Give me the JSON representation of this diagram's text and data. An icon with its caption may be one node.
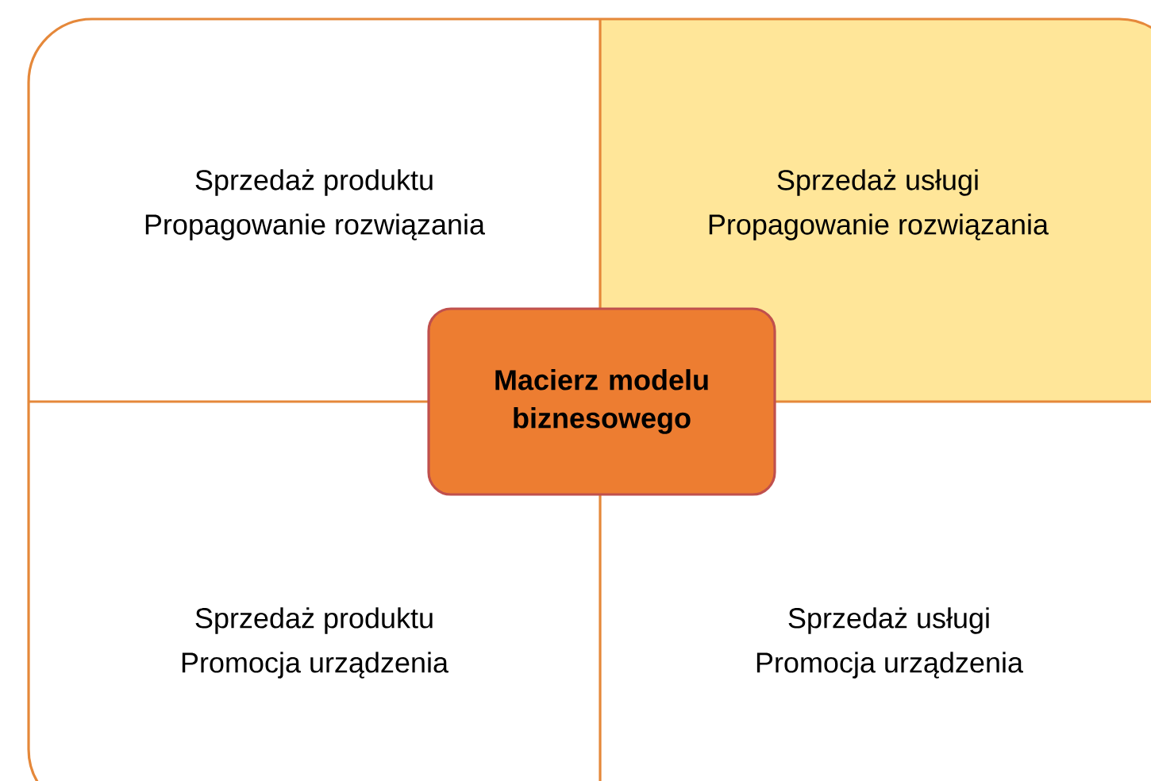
{
  "diagram": {
    "nodes": [
      {
        "text": [
          "Sprzedaż produktu",
          "Propagowanie rozwiązania"
        ]
      },
      {
        "text": [
          "Sprzedaż usługi",
          "Propagowanie rozwiązania"
        ]
      },
      {
        "text": [
          "Macierz modelu biznesowego"
        ]
      },
      {
        "text": [
          "Sprzedaż produktu",
          "Promocja urządzenia"
        ]
      },
      {
        "text": [
          "Sprzedaż usługi",
          "Promocja urządzenia"
        ]
      }
    ]
  }
}
